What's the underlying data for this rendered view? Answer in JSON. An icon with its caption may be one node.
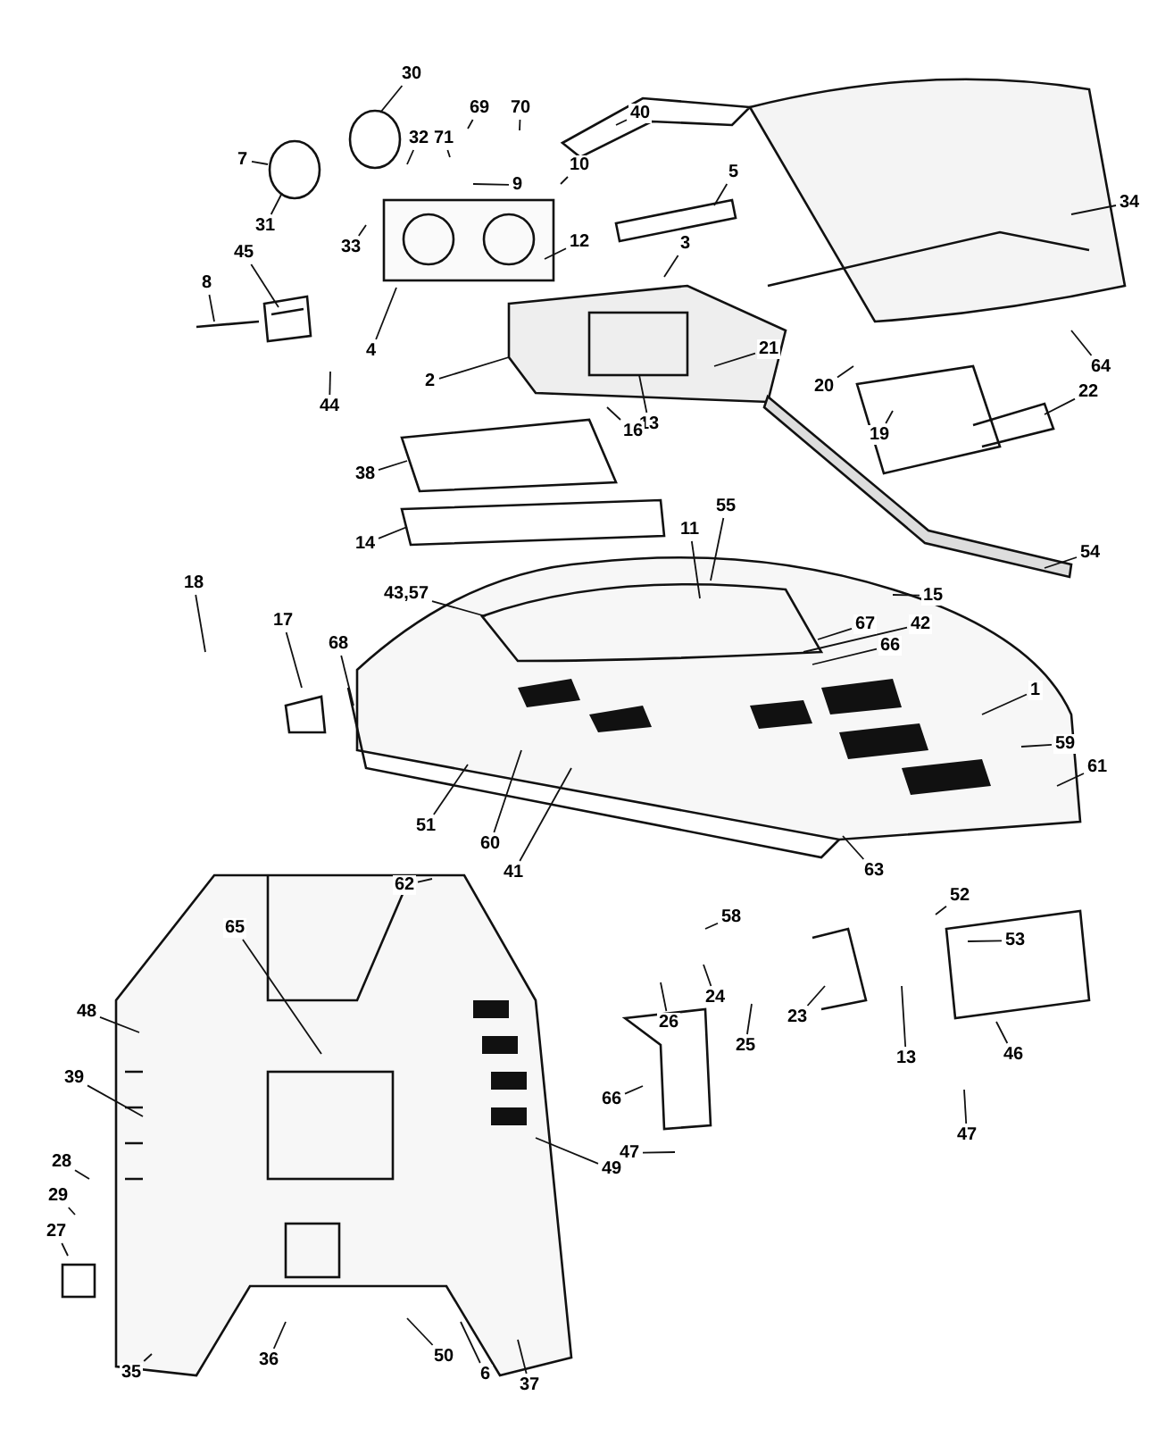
{
  "diagram": {
    "nodes": [
      {
        "text": [
          "69"
        ]
      },
      {
        "text": [
          "70"
        ]
      },
      {
        "text": [
          "71"
        ]
      },
      {
        "text": [
          "30"
        ]
      },
      {
        "text": [
          "32"
        ]
      },
      {
        "text": [
          "40"
        ]
      },
      {
        "text": [
          "7"
        ]
      },
      {
        "text": [
          "9"
        ]
      },
      {
        "text": [
          "10"
        ]
      },
      {
        "text": [
          "5"
        ]
      },
      {
        "text": [
          "34"
        ]
      },
      {
        "text": [
          "12"
        ]
      },
      {
        "text": [
          "3"
        ]
      },
      {
        "text": [
          "31"
        ]
      },
      {
        "text": [
          "33"
        ]
      },
      {
        "text": [
          "8"
        ]
      },
      {
        "text": [
          "45"
        ]
      },
      {
        "text": [
          "4"
        ]
      },
      {
        "text": [
          "21"
        ]
      },
      {
        "text": [
          "64"
        ]
      },
      {
        "text": [
          "20"
        ]
      },
      {
        "text": [
          "2"
        ]
      },
      {
        "text": [
          "13"
        ]
      },
      {
        "text": [
          "22"
        ]
      },
      {
        "text": [
          "19"
        ]
      },
      {
        "text": [
          "16"
        ]
      },
      {
        "text": [
          "44"
        ]
      },
      {
        "text": [
          "38"
        ]
      },
      {
        "text": [
          "14"
        ]
      },
      {
        "text": [
          "55"
        ]
      },
      {
        "text": [
          "11"
        ]
      },
      {
        "text": [
          "54"
        ]
      },
      {
        "text": [
          "15"
        ]
      },
      {
        "text": [
          "18"
        ]
      },
      {
        "text": [
          "17"
        ]
      },
      {
        "text": [
          "43,57"
        ]
      },
      {
        "text": [
          "67"
        ]
      },
      {
        "text": [
          "42"
        ]
      },
      {
        "text": [
          "68"
        ]
      },
      {
        "text": [
          "66"
        ]
      },
      {
        "text": [
          "1"
        ]
      },
      {
        "text": [
          "59"
        ]
      },
      {
        "text": [
          "61"
        ]
      },
      {
        "text": [
          "51"
        ]
      },
      {
        "text": [
          "60"
        ]
      },
      {
        "text": [
          "41"
        ]
      },
      {
        "text": [
          "63"
        ]
      },
      {
        "text": [
          "62"
        ]
      },
      {
        "text": [
          "65"
        ]
      },
      {
        "text": [
          "58"
        ]
      },
      {
        "text": [
          "52"
        ]
      },
      {
        "text": [
          "24"
        ]
      },
      {
        "text": [
          "53"
        ]
      },
      {
        "text": [
          "26"
        ]
      },
      {
        "text": [
          "25"
        ]
      },
      {
        "text": [
          "23"
        ]
      },
      {
        "text": [
          "13"
        ]
      },
      {
        "text": [
          "46"
        ]
      },
      {
        "text": [
          "48"
        ]
      },
      {
        "text": [
          "66"
        ]
      },
      {
        "text": [
          "47"
        ]
      },
      {
        "text": [
          "47"
        ]
      },
      {
        "text": [
          "39"
        ]
      },
      {
        "text": [
          "49"
        ]
      },
      {
        "text": [
          "28"
        ]
      },
      {
        "text": [
          "29"
        ]
      },
      {
        "text": [
          "27"
        ]
      },
      {
        "text": [
          "50"
        ]
      },
      {
        "text": [
          "6"
        ]
      },
      {
        "text": [
          "36"
        ]
      },
      {
        "text": [
          "35"
        ]
      },
      {
        "text": [
          "37"
        ]
      }
    ],
    "edges": [
      {
        "from": 0,
        "to": null,
        "arrow": "none"
      },
      {
        "from": 1,
        "to": null,
        "arrow": "none"
      },
      {
        "from": 2,
        "to": null,
        "arrow": "none"
      },
      {
        "from": 3,
        "to": null,
        "arrow": "none"
      },
      {
        "from": 4,
        "to": null,
        "arrow": "none"
      },
      {
        "from": 5,
        "to": null,
        "arrow": "none"
      },
      {
        "from": 6,
        "to": null,
        "arrow": "none"
      },
      {
        "from": 7,
        "to": null,
        "arrow": "none"
      },
      {
        "from": 8,
        "to": null,
        "arrow": "none"
      },
      {
        "from": 9,
        "to": null,
        "arrow": "none"
      },
      {
        "from": 10,
        "to": null,
        "arrow": "none"
      },
      {
        "from": 11,
        "to": null,
        "arrow": "none"
      },
      {
        "from": 12,
        "to": null,
        "arrow": "none"
      },
      {
        "from": 13,
        "to": null,
        "arrow": "none"
      },
      {
        "from": 14,
        "to": null,
        "arrow": "none"
      },
      {
        "from": 15,
        "to": null,
        "arrow": "none"
      },
      {
        "from": 16,
        "to": null,
        "arrow": "none"
      },
      {
        "from": 17,
        "to": null,
        "arrow": "none"
      },
      {
        "from": 18,
        "to": null,
        "arrow": "none"
      },
      {
        "from": 19,
        "to": null,
        "arrow": "none"
      },
      {
        "from": 20,
        "to": null,
        "arrow": "none"
      },
      {
        "from": 21,
        "to": null,
        "arrow": "none"
      },
      {
        "from": 22,
        "to": null,
        "arrow": "none"
      },
      {
        "from": 23,
        "to": null,
        "arrow": "none"
      },
      {
        "from": 24,
        "to": null,
        "arrow": "none"
      },
      {
        "from": 25,
        "to": null,
        "arrow": "none"
      },
      {
        "from": 26,
        "to": null,
        "arrow": "none"
      },
      {
        "from": 27,
        "to": null,
        "arrow": "none"
      },
      {
        "from": 28,
        "to": null,
        "arrow": "none"
      },
      {
        "from": 29,
        "to": null,
        "arrow": "none"
      },
      {
        "from": 30,
        "to": null,
        "arrow": "none"
      },
      {
        "from": 31,
        "to": null,
        "arrow": "none"
      },
      {
        "from": 32,
        "to": null,
        "arrow": "none"
      },
      {
        "from": 33,
        "to": null,
        "arrow": "none"
      },
      {
        "from": 34,
        "to": null,
        "arrow": "none"
      },
      {
        "from": 35,
        "to": null,
        "arrow": "none"
      },
      {
        "from": 36,
        "to": null,
        "arrow": "none"
      },
      {
        "from": 37,
        "to": null,
        "arrow": "none"
      },
      {
        "from": 38,
        "to": null,
        "arrow": "none"
      },
      {
        "from": 39,
        "to": null,
        "arrow": "none"
      },
      {
        "from": 40,
        "to": null,
        "arrow": "none"
      },
      {
        "from": 41,
        "to": null,
        "arrow": "none"
      },
      {
        "from": 42,
        "to": null,
        "arrow": "none"
      },
      {
        "from": 43,
        "to": null,
        "arrow": "none"
      },
      {
        "from": 44,
        "to": null,
        "arrow": "none"
      },
      {
        "from": 45,
        "to": null,
        "arrow": "none"
      },
      {
        "from": 46,
        "to": null,
        "arrow": "none"
      },
      {
        "from": 47,
        "to": null,
        "arrow": "none"
      },
      {
        "from": 48,
        "to": null,
        "arrow": "none"
      },
      {
        "from": 49,
        "to": null,
        "arrow": "none"
      },
      {
        "from": 50,
        "to": null,
        "arrow": "none"
      },
      {
        "from": 51,
        "to": null,
        "arrow": "none"
      },
      {
        "from": 52,
        "to": null,
        "arrow": "none"
      },
      {
        "from": 53,
        "to": null,
        "arrow": "none"
      },
      {
        "from": 54,
        "to": null,
        "arrow": "none"
      },
      {
        "from": 55,
        "to": null,
        "arrow": "none"
      },
      {
        "from": 56,
        "to": null,
        "arrow": "none"
      },
      {
        "from": 57,
        "to": null,
        "arrow": "none"
      },
      {
        "from": 58,
        "to": null,
        "arrow": "none"
      },
      {
        "from": 59,
        "to": null,
        "arrow": "none"
      },
      {
        "from": 60,
        "to": null,
        "arrow": "none"
      },
      {
        "from": 61,
        "to": null,
        "arrow": "none"
      },
      {
        "from": 62,
        "to": null,
        "arrow": "none"
      },
      {
        "from": 63,
        "to": null,
        "arrow": "none"
      },
      {
        "from": 64,
        "to": null,
        "arrow": "none"
      },
      {
        "from": 65,
        "to": null,
        "arrow": "none"
      },
      {
        "from": 66,
        "to": null,
        "arrow": "none"
      },
      {
        "from": 67,
        "to": null,
        "arrow": "none"
      },
      {
        "from": 68,
        "to": null,
        "arrow": "none"
      },
      {
        "from": 69,
        "to": null,
        "arrow": "none"
      },
      {
        "from": 70,
        "to": null,
        "arrow": "none"
      },
      {
        "from": 71,
        "to": null,
        "arrow": "none"
      }
    ]
  }
}
